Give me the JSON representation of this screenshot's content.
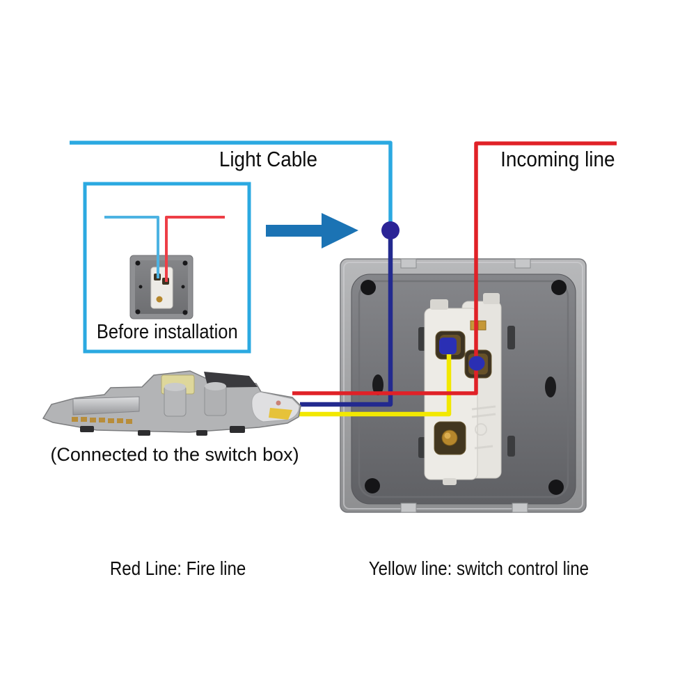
{
  "diagram": {
    "title_hint": "Switch wiring installation diagram",
    "background_color": "#ffffff",
    "top_labels": {
      "light_cable": "Light Cable",
      "incoming_line": "Incoming line"
    },
    "before_box": {
      "caption": "Before installation",
      "border_color": "#2BA9E1"
    },
    "switch_module": {
      "caption": "(Connected to the switch box)"
    },
    "legend": {
      "red_line": "Red Line: Fire line",
      "yellow_line": "Yellow line: switch control line"
    },
    "wire_colors": {
      "light_cable_blue": "#2BA9E1",
      "inner_box_blue": "#4DB3E2",
      "inner_box_red": "#EE3E46",
      "fire_red": "#E02127",
      "neutral_navy": "#232A8F",
      "control_yellow": "#F2E800",
      "junction_navy": "#2B2496",
      "terminal_blue": "#2A2FB4",
      "arrow_blue": "#1B73B4"
    }
  }
}
